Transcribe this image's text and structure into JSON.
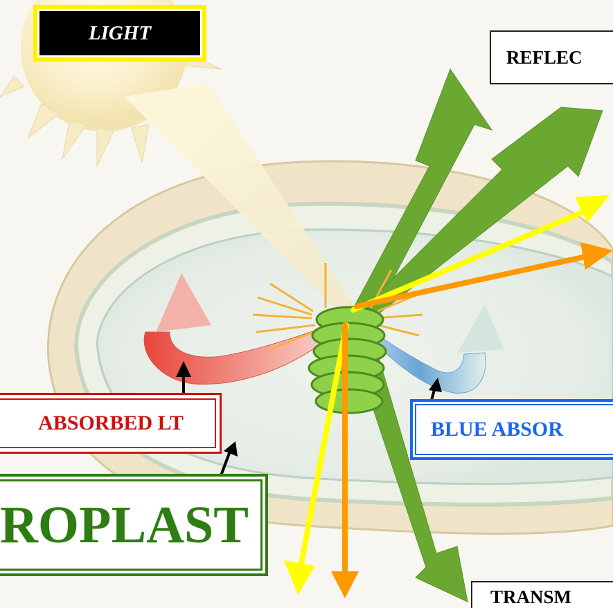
{
  "labels": {
    "light": "LIGHT",
    "reflected": "REFLEC",
    "red_absorbed": "ABSORBED LT",
    "blue_absorbed": "BLUE ABSOR",
    "chloroplast": "OROPLAST",
    "transmitted": "TRANSM"
  },
  "colors": {
    "light_label_bg": "#fff200",
    "red_accent": "#cc1111",
    "blue_accent": "#1a66ee",
    "green_accent": "#2e7d12",
    "yellow_arrow": "#ffff00",
    "orange_arrow": "#ff9900",
    "green_arrow": "#6aa832"
  },
  "icons": [
    "sun-icon",
    "thylakoid-stack-icon",
    "reflected-green-arrow-icon",
    "transmitted-green-arrow-icon",
    "yellow-arrow-icon",
    "orange-arrow-icon",
    "red-absorption-arrow-icon",
    "blue-absorption-arrow-icon",
    "pointer-arrow-icon"
  ]
}
